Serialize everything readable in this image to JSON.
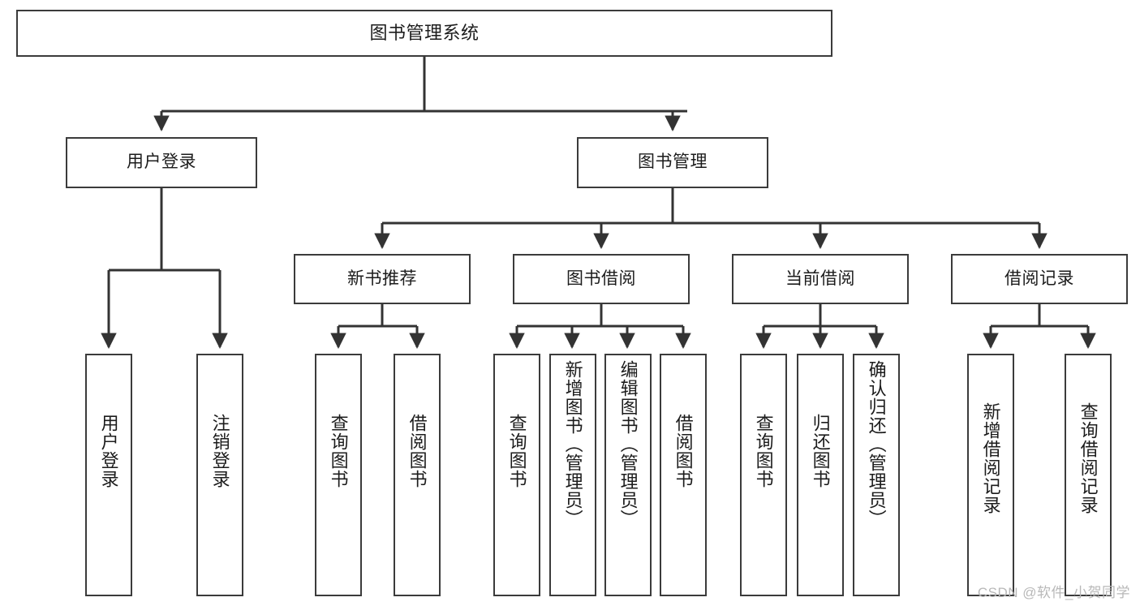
{
  "diagram": {
    "title": "图书管理系统",
    "type": "tree-hierarchy-diagram",
    "colors": {
      "box_border": "#3b3b3b",
      "box_fill": "#ffffff",
      "connector": "#333333",
      "text": "#1c1c1c",
      "watermark": "#b8b8b8",
      "background": "#ffffff"
    },
    "root": {
      "label": "图书管理系统"
    },
    "level2": [
      {
        "label": "用户登录"
      },
      {
        "label": "图书管理"
      }
    ],
    "level3": [
      {
        "label": "新书推荐"
      },
      {
        "label": "图书借阅"
      },
      {
        "label": "当前借阅"
      },
      {
        "label": "借阅记录"
      }
    ],
    "leaves": {
      "user_login": [
        {
          "label": "用户登录"
        },
        {
          "label": "注销登录"
        }
      ],
      "new_book_recommend": [
        {
          "label": "查询图书"
        },
        {
          "label": "借阅图书"
        }
      ],
      "book_borrow": [
        {
          "label": "查询图书"
        },
        {
          "label": "新增图书（管理员）"
        },
        {
          "label": "编辑图书（管理员）"
        },
        {
          "label": "借阅图书"
        }
      ],
      "current_borrow": [
        {
          "label": "查询图书"
        },
        {
          "label": "归还图书"
        },
        {
          "label": "确认归还（管理员）"
        }
      ],
      "borrow_record": [
        {
          "label": "新增借阅记录"
        },
        {
          "label": "查询借阅记录"
        }
      ]
    },
    "watermark": "CSDN @软件_小贺同学"
  }
}
